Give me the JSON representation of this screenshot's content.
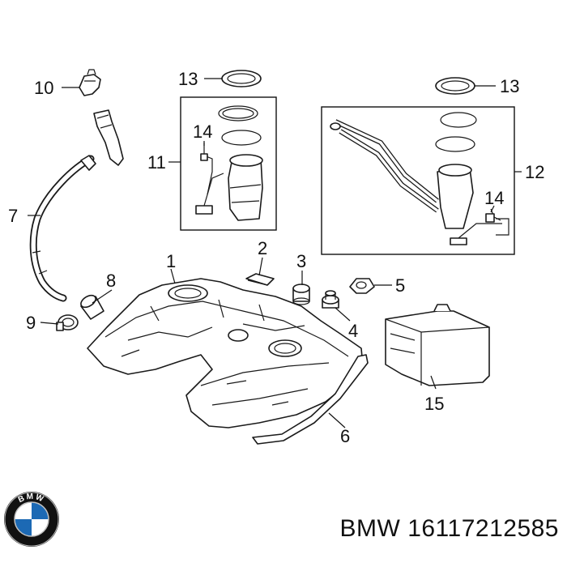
{
  "diagram": {
    "callouts": {
      "c1": "1",
      "c2": "2",
      "c3": "3",
      "c4": "4",
      "c5": "5",
      "c6": "6",
      "c7": "7",
      "c8": "8",
      "c9": "9",
      "c10": "10",
      "c11": "11",
      "c12": "12",
      "c13a": "13",
      "c13b": "13",
      "c14a": "14",
      "c14b": "14",
      "c15": "15"
    }
  },
  "footer": {
    "brand": "BMW",
    "part_number": "16117212585",
    "logo_letters": "BMW"
  },
  "colors": {
    "ink": "#1a1a1a",
    "logo_blue": "#1c69b4",
    "logo_ring": "#111111"
  }
}
